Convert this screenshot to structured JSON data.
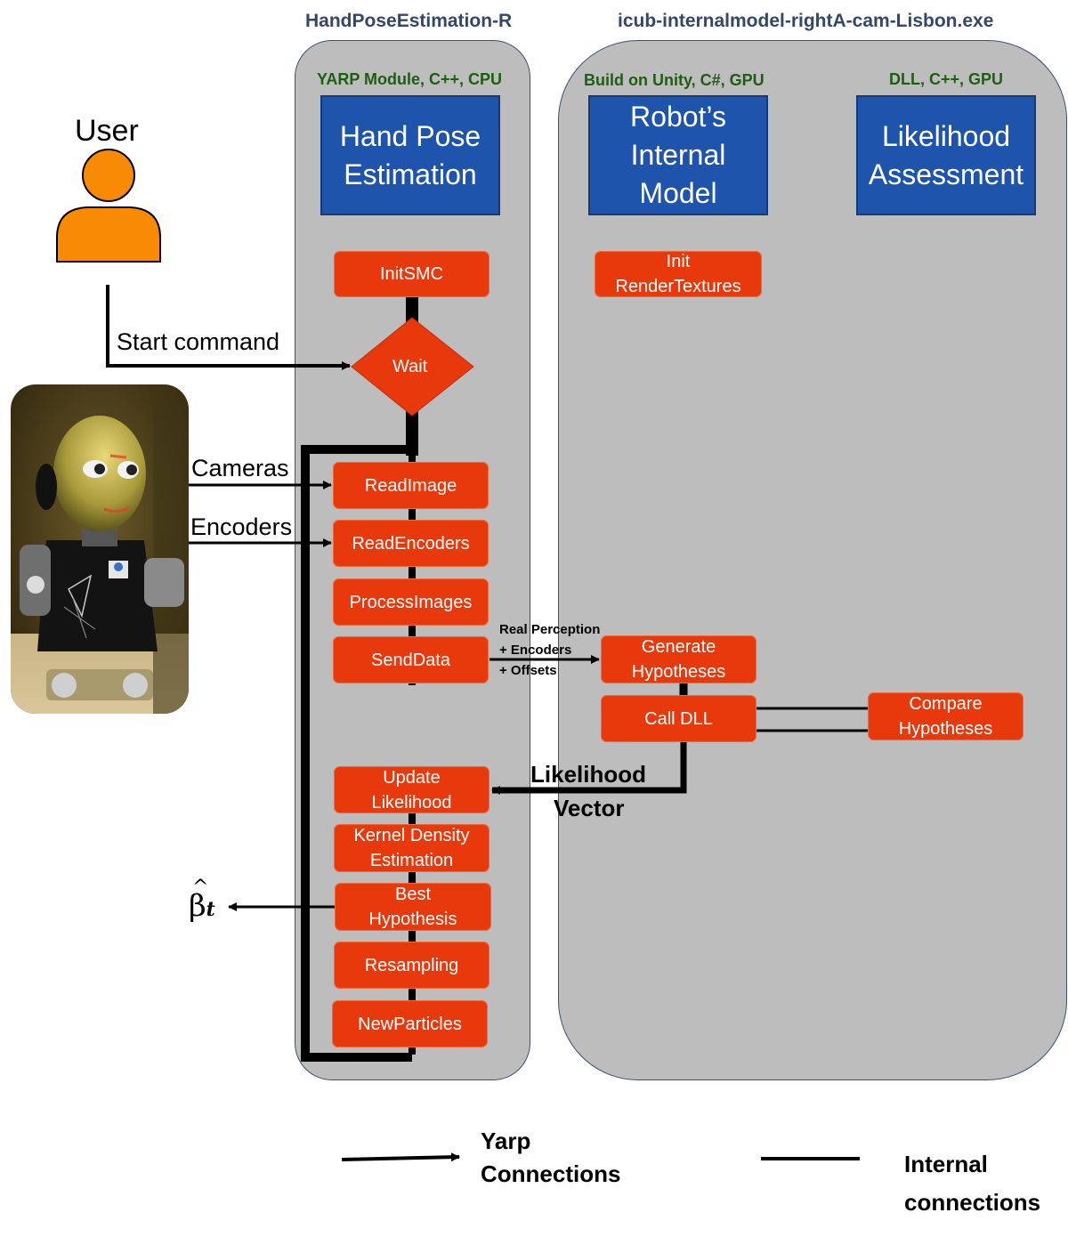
{
  "panels": {
    "hand_pose": {
      "title": "HandPoseEstimation-R",
      "subtitle": "YARP Module, C++, CPU",
      "header": "Hand Pose\nEstimation"
    },
    "internal_model": {
      "title": "icub-internalmodel-rightA-cam-Lisbon.exe",
      "unity_subtitle": "Build on Unity, C#, GPU",
      "unity_header": "Robot’s\nInternal\nModel",
      "dll_subtitle": "DLL, C++, GPU",
      "dll_header": "Likelihood\nAssessment"
    }
  },
  "user": {
    "label": "User"
  },
  "robot": {
    "image_name": "iCub robot photo"
  },
  "inputs": {
    "start_command": "Start command",
    "cameras": "Cameras",
    "encoders": "Encoders"
  },
  "steps": {
    "init_smc": "InitSMC",
    "wait": "Wait",
    "read_image": "ReadImage",
    "read_encoders": "ReadEncoders",
    "process_images": "ProcessImages",
    "send_data": "SendData",
    "update_likelihood": "Update\nLikelihood",
    "kde": "Kernel Density\nEstimation",
    "best_hypothesis": "Best\nHypothesis",
    "resampling": "Resampling",
    "new_particles": "NewParticles",
    "init_render": "Init\nRenderTextures",
    "generate_hypotheses": "Generate\nHypotheses",
    "call_dll": "Call DLL",
    "compare_hypotheses": "Compare\nHypotheses"
  },
  "connections": {
    "send_label": [
      "Real Perception",
      "+ Encoders",
      "+ Offsets"
    ],
    "likelihood_label_1": "Likelihood",
    "likelihood_label_2": "Vector",
    "beta_symbol": "β",
    "beta_sub": "t"
  },
  "legend": {
    "yarp_1": "Yarp",
    "yarp_2": "Connections",
    "internal_1": "Internal",
    "internal_2": "connections"
  },
  "colors": {
    "panel_fill": "#bdbdbd",
    "panel_border": "#3d4f73",
    "title_color": "#34476b",
    "subtitle_color": "#1d5f12",
    "header_blue": "#1f54ad",
    "step_orange": "#e8390d",
    "user_orange": "#f98a06"
  }
}
